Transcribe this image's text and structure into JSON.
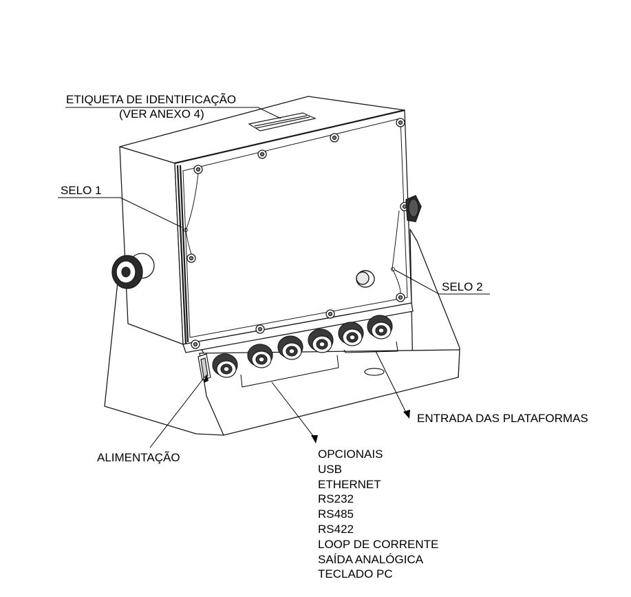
{
  "labels": {
    "etiqueta": "ETIQUETA DE IDENTIFICAÇÃO",
    "etiqueta_ref": "(VER ANEXO 4)",
    "selo1": "SELO 1",
    "selo2": "SELO 2",
    "alimentacao": "ALIMENTAÇÃO",
    "entrada": "ENTRADA DAS PLATAFORMAS",
    "opcionais_title": "OPCIONAIS"
  },
  "opcionais_items": [
    "USB",
    "ETHERNET",
    "RS232",
    "RS485",
    "RS422",
    "LOOP DE CORRENTE",
    "SAÍDA ANALÓGICA",
    "TECLADO PC"
  ]
}
